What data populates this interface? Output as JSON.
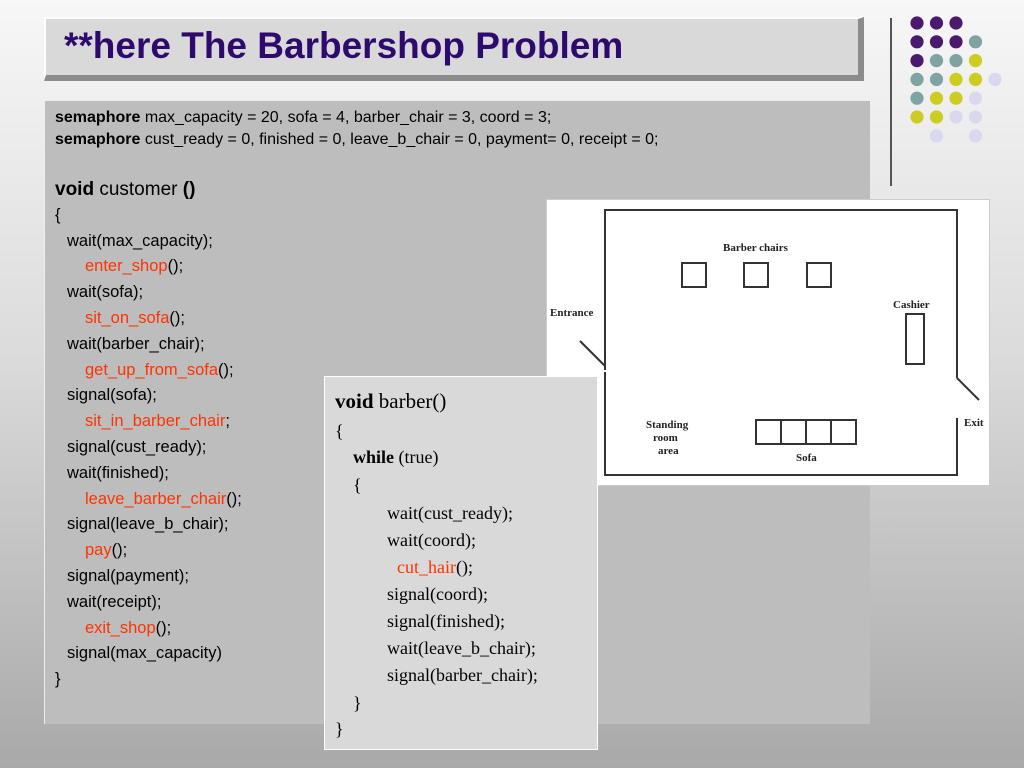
{
  "slide": {
    "title": "**here The Barbershop Problem"
  },
  "colors": {
    "title": "#2e0a6e",
    "function_call": "#ff3300",
    "dot_purple": "#4b1a6e",
    "dot_teal": "#7fa3a3",
    "dot_yellow": "#cccc22",
    "dot_lavender": "#d9d8ee"
  },
  "semaphores": [
    {
      "keyword": "semaphore",
      "rest": " max_capacity = 20, sofa = 4,  barber_chair = 3, coord = 3;"
    },
    {
      "keyword": "semaphore",
      "rest": " cust_ready = 0, finished = 0,  leave_b_chair = 0, payment= 0, receipt = 0;"
    }
  ],
  "customer": {
    "kw": "void",
    "name": " customer ",
    "parens": "()",
    "open": "{",
    "close": "}",
    "lines": [
      {
        "text": "wait(max_capacity);"
      },
      {
        "call": "enter_shop",
        "suffix": "();"
      },
      {
        "text": "wait(sofa);"
      },
      {
        "call": "sit_on_sofa",
        "suffix": "();"
      },
      {
        "text": "wait(barber_chair);"
      },
      {
        "call": "get_up_from_sofa",
        "suffix": "();"
      },
      {
        "text": "signal(sofa);"
      },
      {
        "call": "sit_in_barber_chair",
        "suffix": ";"
      },
      {
        "text": "signal(cust_ready);"
      },
      {
        "text": "wait(finished);"
      },
      {
        "call": "leave_barber_chair",
        "suffix": "();"
      },
      {
        "text": "signal(leave_b_chair);"
      },
      {
        "call": "pay",
        "suffix": "();"
      },
      {
        "text": "signal(payment);"
      },
      {
        "text": "wait(receipt);"
      },
      {
        "call": "exit_shop",
        "suffix": "();"
      },
      {
        "text": "signal(max_capacity)"
      }
    ]
  },
  "barber": {
    "kw": "void",
    "name": " barber()",
    "open": "{",
    "while_kw": "while",
    "while_cond": " (true)",
    "inner_open": "{",
    "body": [
      {
        "text": "wait(cust_ready);"
      },
      {
        "text": "wait(coord);"
      },
      {
        "call": "cut_hair",
        "suffix": "();"
      },
      {
        "text": "signal(coord);"
      },
      {
        "text": "signal(finished);"
      },
      {
        "text": "wait(leave_b_chair);"
      },
      {
        "text": "signal(barber_chair);"
      }
    ],
    "inner_close": "}",
    "close": "}"
  },
  "floor_plan": {
    "barber_chairs": "Barber chairs",
    "entrance": "Entrance",
    "cashier": "Cashier",
    "exit": "Exit",
    "standing_1": "Standing",
    "standing_2": "room",
    "standing_3": "area",
    "sofa": "Sofa"
  }
}
